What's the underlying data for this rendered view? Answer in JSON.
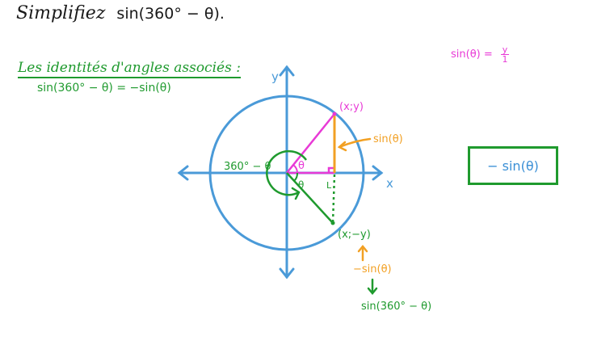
{
  "title": {
    "word": "Simplifiez",
    "expression": "sin(360° − θ)."
  },
  "identities": {
    "heading": "Les identités d'angles associés :",
    "formula": "sin(360° − θ) = −sin(θ)"
  },
  "definition": {
    "lhs": "sin(θ) =",
    "numerator": "y",
    "denominator": "1"
  },
  "answer": {
    "text": "− sin(θ)"
  },
  "diagram": {
    "axis_x_label": "x",
    "axis_y_label": "y",
    "point_top": "(x;y)",
    "point_bottom": "(x;−y)",
    "angle_theta_top": "θ",
    "angle_theta_bottom": "θ",
    "angle_reflex": "360° − θ",
    "opposite_side_label": "sin(θ)",
    "neg_sin_label": "−sin(θ)",
    "result_label": "sin(360° − θ)",
    "colors": {
      "circle_axes": "#4a9ad8",
      "magenta": "#e83ad6",
      "orange": "#f2a023",
      "green": "#1f9a2e"
    }
  }
}
